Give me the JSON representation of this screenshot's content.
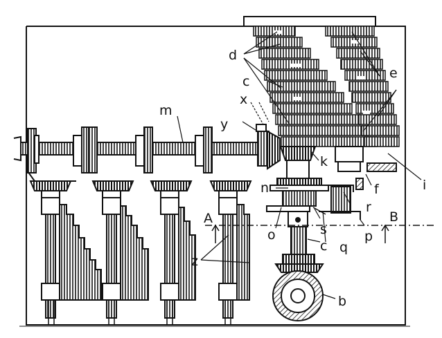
{
  "figure": {
    "labels": {
      "m": "m",
      "y": "y",
      "x": "x",
      "d": "d",
      "c_top": "c",
      "e": "e",
      "k": "k",
      "f": "f",
      "i": "i",
      "n": "n",
      "r": "r",
      "A": "A",
      "B": "B",
      "o": "o",
      "s": "s",
      "p": "p",
      "q": "q",
      "c_bottom": "c",
      "z": "z",
      "b": "b"
    },
    "colors": {
      "ink": "#111111",
      "paper": "#ffffff"
    }
  }
}
